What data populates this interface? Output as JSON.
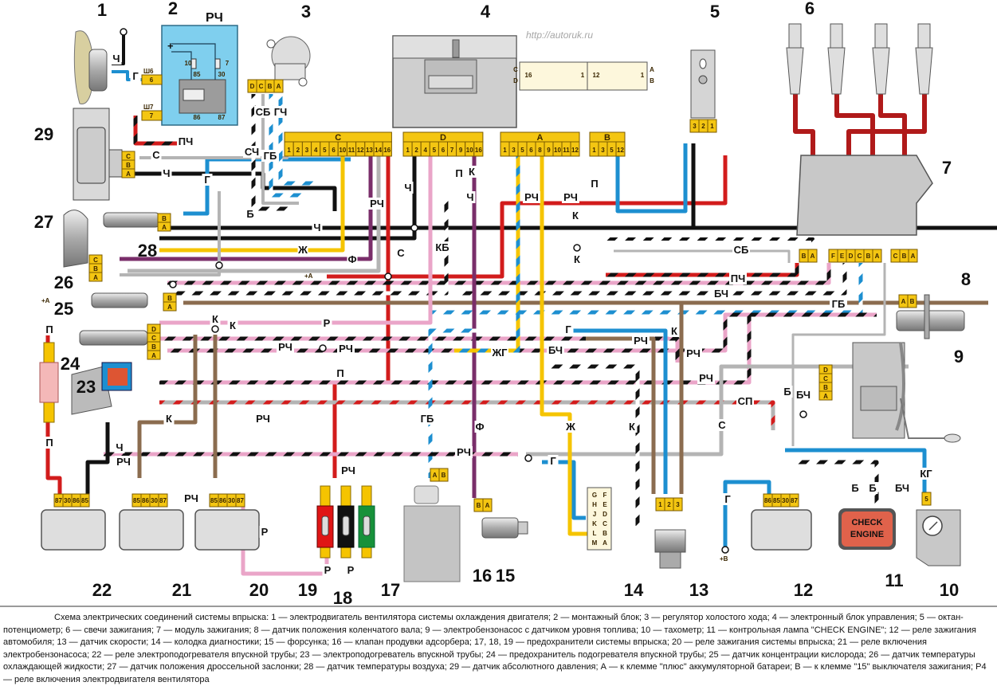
{
  "watermark": "http://autoruk.ru",
  "colors": {
    "red": "#d21c1c",
    "black": "#111111",
    "blue": "#1d8fd0",
    "pink": "#eaa5c8",
    "brown": "#8b6c4f",
    "yellow": "#f5c400",
    "gray": "#b4b4b4",
    "violet": "#7a2e6a",
    "green": "#17913a",
    "ecu_bg": "#cfcfcf",
    "relay_block": "#7fcfee",
    "connector": "#f4c612",
    "check_engine": "#e0624b"
  },
  "component_numbers": [
    "1",
    "2",
    "3",
    "4",
    "5",
    "6",
    "7",
    "8",
    "9",
    "10",
    "11",
    "12",
    "13",
    "14",
    "15",
    "16",
    "17",
    "18",
    "19",
    "20",
    "21",
    "22",
    "23",
    "24",
    "25",
    "26",
    "27",
    "28",
    "29"
  ],
  "relay_block_label": "РЧ",
  "relay_block": {
    "socket_top": "Ш6",
    "socket_top_pin": "6",
    "socket_bottom": "Ш7",
    "socket_bottom_pin": "7",
    "fuse_left": "10",
    "fuse_right": "7",
    "relay_pins": [
      "85",
      "30",
      "86",
      "87"
    ],
    "plus": "+"
  },
  "ecu": {
    "connectors": [
      {
        "name": "C",
        "pins": [
          "1",
          "2",
          "3",
          "4",
          "5",
          "6",
          "10",
          "11",
          "12",
          "13",
          "14",
          "16"
        ]
      },
      {
        "name": "D",
        "pins": [
          "1",
          "2",
          "4",
          "5",
          "6",
          "7",
          "9",
          "10",
          "16"
        ]
      },
      {
        "name": "A",
        "pins": [
          "1",
          "3",
          "5",
          "6",
          "8",
          "9",
          "10",
          "11",
          "12"
        ]
      },
      {
        "name": "B",
        "pins": [
          "1",
          "3",
          "5",
          "12"
        ]
      }
    ],
    "pinout": {
      "left_top": "C",
      "left_bottom": "D",
      "right_top": "A",
      "right_bottom": "B",
      "c_first": "16",
      "c_last": "1",
      "a_first": "12",
      "a_last": "1"
    }
  },
  "connector_pins": {
    "idle_regulator": [
      "D",
      "C",
      "B",
      "A"
    ],
    "map_sensor": [
      "C",
      "B",
      "A"
    ],
    "air_temp_sensor": [
      "B",
      "A"
    ],
    "throttle_sensor": [
      "C",
      "B",
      "A"
    ],
    "coolant_sensor": [
      "B",
      "A"
    ],
    "oxygen_sensor": [
      "D",
      "C",
      "B",
      "A"
    ],
    "speed_pickup_5": [
      "3",
      "2",
      "1"
    ],
    "ignition_module": [
      "B",
      "A",
      "F",
      "E",
      "D",
      "C",
      "B",
      "A",
      "C",
      "B",
      "A"
    ],
    "crank_sensor": [
      "A",
      "B"
    ],
    "fuel_pump": [
      "D",
      "C",
      "B",
      "A"
    ],
    "relay_22": [
      "87",
      "30",
      "86",
      "85"
    ],
    "relay_21": [
      "85",
      "86",
      "30",
      "87"
    ],
    "relay_20": [
      "85",
      "86",
      "30",
      "87"
    ],
    "relay_12": [
      "86",
      "85",
      "30",
      "87"
    ],
    "speed_sensor_13": [
      "1",
      "2",
      "3"
    ],
    "tachometer": [
      "5"
    ],
    "injector": [
      "B",
      "A"
    ],
    "canister_valve": [
      "A",
      "B"
    ],
    "diag_block": [
      "G",
      "F",
      "H",
      "E",
      "J",
      "D",
      "K",
      "C",
      "L",
      "B",
      "M",
      "A"
    ]
  },
  "wire_labels": [
    "Ч",
    "Г",
    "ПЧ",
    "С",
    "Ч",
    "Г",
    "СБ",
    "ГЧ",
    "СЧ",
    "ГБ",
    "Б",
    "Ч",
    "Ж",
    "Ф",
    "РЧ",
    "С",
    "П",
    "Ч",
    "К",
    "КБ",
    "Ч",
    "РЧ",
    "РЧ",
    "П",
    "К",
    "К",
    "СБ",
    "ПЧ",
    "БЧ",
    "ГБ",
    "Р",
    "К",
    "К",
    "РЧ",
    "РЧ",
    "П",
    "ЖГ",
    "Г",
    "БЧ",
    "РЧ",
    "К",
    "РЧ",
    "РЧ",
    "СП",
    "Б",
    "БЧ",
    "С",
    "ГБ",
    "Ф",
    "Ж",
    "К",
    "РЧ",
    "Г",
    "РЧ",
    "К",
    "РЧ",
    "Ч",
    "РЧ",
    "РЧ",
    "Р",
    "Р",
    "Р",
    "Г",
    "Б",
    "Б",
    "БЧ",
    "КГ",
    "П",
    "П"
  ],
  "terminals": {
    "plus_a": "+A",
    "plus_b": "+B",
    "plus_a_mid": "+A"
  },
  "check_engine_text": [
    "CHECK",
    "ENGINE"
  ],
  "caption": "Схема электрических соединений системы впрыска: 1 — электродвигатель вентилятора системы охлаждения двигателя; 2 — монтажный блок; 3 — регулятор холостого хода; 4 — электронный блок управления; 5 — октан-потенциометр; 6 — свечи зажигания; 7 — модуль зажигания; 8 — датчик положения коленчатого вала; 9 — электробензонасос с датчиком уровня топлива; 10 — тахометр; 11 — контрольная лампа \"CHECK ENGINE\"; 12 — реле зажигания автомобиля; 13 — датчик скорости; 14 — колодка диагностики; 15 — форсунка; 16 — клапан продувки адсорбера; 17, 18, 19 — предохранители системы впрыска; 20 — реле зажигания системы впрыска; 21 — реле включения электробензонасоса; 22 — реле электроподогревателя впускной трубы; 23 — электроподогреватель впускной трубы; 24 — предохранитель подогревателя впускной трубы; 25 — датчик концентрации кислорода; 26 — датчик температуры охлаждающей жидкости; 27 — датчик положения дроссельной заслонки; 28 — датчик температуры воздуха; 29 — датчик абсолютного давления; А — к клемме \"плюс\" аккумуляторной батареи; В — к клемме \"15\" выключателя зажигания; Р4 — реле включения электродвигателя вентилятора"
}
